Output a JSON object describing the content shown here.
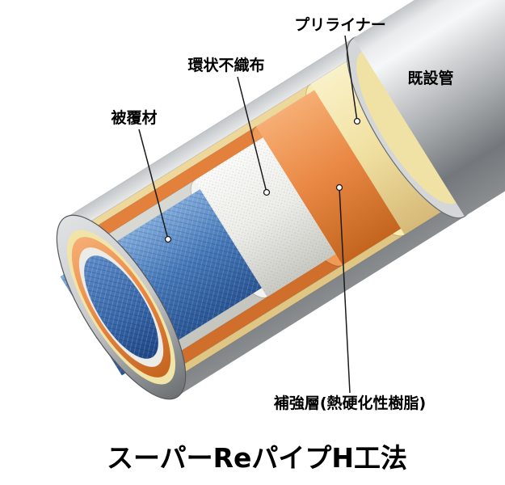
{
  "diagram": {
    "title": "スーパーReパイプH工法",
    "labels": {
      "preliner": "プリライナー",
      "nonwoven": "環状不織布",
      "existing_pipe": "既設管",
      "covering": "被覆材",
      "reinforcement": "補強層(熱硬化性樹脂)"
    },
    "layers": [
      {
        "name": "既設管",
        "color": "#9a9da1"
      },
      {
        "name": "プリライナー",
        "color": "#f0e0a0"
      },
      {
        "name": "補強層(熱硬化性樹脂)",
        "color": "#ea8a46"
      },
      {
        "name": "環状不織布",
        "color": "#ecece8"
      },
      {
        "name": "被覆材",
        "color": "#4578b8"
      }
    ]
  }
}
